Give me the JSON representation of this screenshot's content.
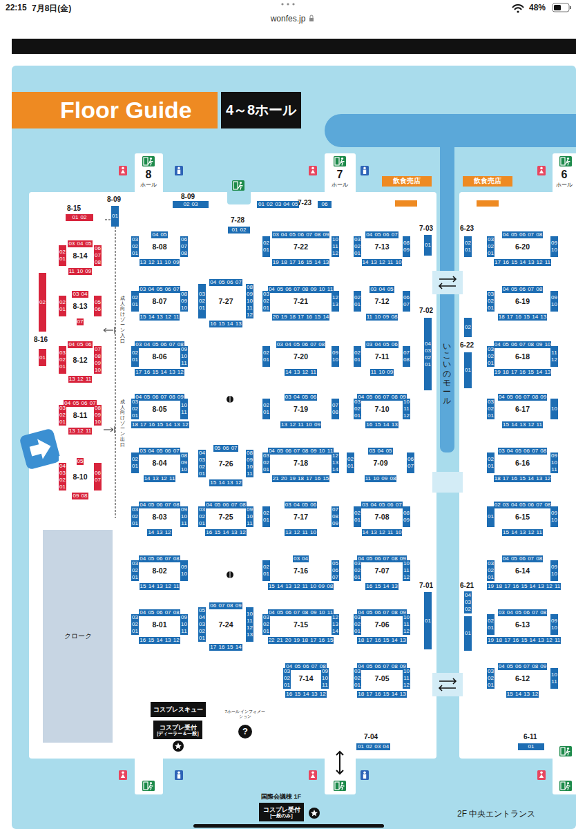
{
  "diagram": {
    "title": "Floor Guide",
    "nodes": [
      {
        "text": [
          "飲食売店"
        ]
      },
      {
        "text": [
          "飲食売店"
        ]
      },
      {
        "text": [
          "8-15",
          "01 02"
        ]
      },
      {
        "text": [
          "8-09",
          "01"
        ]
      },
      {
        "text": [
          "8-09",
          "02 03"
        ]
      },
      {
        "text": [
          "7-28",
          "01 02"
        ]
      },
      {
        "text": [
          "01 02 03 04 05",
          "7-23",
          "06"
        ]
      },
      {
        "text": [
          "7-03",
          "01"
        ]
      },
      {
        "text": [
          "6-23",
          "02 01"
        ]
      },
      {
        "text": [
          "02",
          "8-16",
          "01"
        ]
      },
      {
        "text": [
          "7-02",
          "04 03 02 01"
        ]
      },
      {
        "text": [
          "02",
          "6-22",
          "01"
        ]
      },
      {
        "text": [
          "7-01",
          "01"
        ]
      },
      {
        "text": [
          "6-21",
          "04 03 02",
          "01"
        ]
      },
      {
        "text": [
          "7-04",
          "01 02 03 04"
        ]
      },
      {
        "text": [
          "6-11",
          "01"
        ]
      },
      {
        "text": [
          "8-14",
          "03 04 05",
          "02 01",
          "06 07 08",
          "11 10 09"
        ]
      },
      {
        "text": [
          "8-13",
          "03 04",
          "02 01",
          "05 06",
          "07"
        ]
      },
      {
        "text": [
          "8-12",
          "04 05 06",
          "03 02 01",
          "07 08 09 10",
          "13 12 11"
        ]
      },
      {
        "text": [
          "8-11",
          "04 05 06 07",
          "03 02 01",
          "08 09 10",
          "13 12 11"
        ]
      },
      {
        "text": [
          "8-10",
          "05",
          "04 03 02 01",
          "06 07",
          "09 08"
        ]
      },
      {
        "text": [
          "8-08",
          "04 05",
          "03 02 01",
          "06 07 08",
          "13 12 11 10 09"
        ]
      },
      {
        "text": [
          "8-07",
          "03 04 05 06 07",
          "02 01",
          "08 09 10",
          "15 14 13 12 11"
        ]
      },
      {
        "text": [
          "8-06",
          "03 04 05 06 07 08",
          "02 01",
          "09 10 11",
          "17 16 15 14 13 12"
        ]
      },
      {
        "text": [
          "8-05",
          "04 05 06 07 08 09",
          "03 02 01",
          "10 11",
          "18 17 16 15 14 13 12"
        ]
      },
      {
        "text": [
          "8-04",
          "03 04 05 06 07",
          "02 01",
          "08 09 10",
          "14 13 12 11"
        ]
      },
      {
        "text": [
          "8-03",
          "04 05 06 07 08",
          "03 02 01",
          "09 10 11",
          "14 13 12"
        ]
      },
      {
        "text": [
          "8-02",
          "04 05 06 07 08",
          "03 02 01",
          "09 10",
          "15 14 13 12 11"
        ]
      },
      {
        "text": [
          "8-01",
          "04 05 06 07 08",
          "03 02 01",
          "09 10 11",
          "16 15 14 13 12"
        ]
      },
      {
        "text": [
          "7-27",
          "04 05 06 07",
          "03 02 01",
          "08 09 10 11 12",
          "16 15 14 13"
        ]
      },
      {
        "text": [
          "7-26",
          "05 06 07",
          "04 03 02 01",
          "08 09 10 11",
          "15 14 13 12"
        ]
      },
      {
        "text": [
          "7-25",
          "04 05 06 07 08",
          "03 02 01",
          "09 10 11",
          "16 15 14 13 12"
        ]
      },
      {
        "text": [
          "7-24",
          "06 07 08 09",
          "05 04 03 02 01",
          "10 11 12 13",
          "17 16 15 14"
        ]
      },
      {
        "text": [
          "7-22",
          "03 04 05 06 07 08 09",
          "02 01",
          "10 11 12",
          "19 18 17 16 15 14 13"
        ]
      },
      {
        "text": [
          "7-21",
          "04 05 06 07 08 09 10 11",
          "03 02 01",
          "12 13",
          "20 19 18 17 16 15 14"
        ]
      },
      {
        "text": [
          "7-20",
          "03 04 05 06 07 08",
          "02 01",
          "09 10",
          "14 13 12 11"
        ]
      },
      {
        "text": [
          "7-19",
          "03 04 05 06",
          "02 01",
          "07 08",
          "13 12 11 10 09"
        ]
      },
      {
        "text": [
          "7-18",
          "04 05 06 07 08 09 10 11",
          "03 02 01",
          "12 13 14",
          "21 20 19 18 17 16 15"
        ]
      },
      {
        "text": [
          "7-17",
          "03 04 05 06",
          "02 01",
          "07 08 09",
          "13 12 11 10"
        ]
      },
      {
        "text": [
          "7-16",
          "03 04",
          "02 01",
          "05 06 07",
          "15 14 13 12 11 10 09 08"
        ]
      },
      {
        "text": [
          "7-15",
          "04 05 06 07 08 09 10 11",
          "03 02 01",
          "12 13 14",
          "22 21 20 19 18 17 16 15"
        ]
      },
      {
        "text": [
          "7-14",
          "04 05 06 07 08",
          "03 02 01",
          "09 10 11",
          "16 15 14 13 12"
        ]
      },
      {
        "text": [
          "7-13",
          "04 05 06 07",
          "03 02 01",
          "08 09",
          "14 13 12 11 10"
        ]
      },
      {
        "text": [
          "7-12",
          "03 04 05",
          "02 01",
          "06 07",
          "11 10 09 08"
        ]
      },
      {
        "text": [
          "7-11",
          "03 04 05 06",
          "02 01",
          "07 08",
          "11 10 09"
        ]
      },
      {
        "text": [
          "7-10",
          "04 05 06 07 08 09",
          "03 02 01",
          "10 11 12",
          "16 15 14 13"
        ]
      },
      {
        "text": [
          "7-09",
          "03 04 05",
          "02 01",
          "06 07",
          "11 10 09 08"
        ]
      },
      {
        "text": [
          "7-08",
          "03 04 05 06 07",
          "02 01",
          "08 09",
          "14 13 12 11 10"
        ]
      },
      {
        "text": [
          "7-07",
          "04 05 06 07 08 09",
          "03 02 01",
          "10 11 12",
          "16 15 14 13"
        ]
      },
      {
        "text": [
          "7-06",
          "04 05 06 07 08 09",
          "03 02 01",
          "10 11 12",
          "18 17 16 15 14 13"
        ]
      },
      {
        "text": [
          "7-05",
          "04 05 06 07 08 09",
          "03 02 01",
          "10 11 12",
          "18 17 16 15 14 13"
        ]
      },
      {
        "text": [
          "6-20",
          "04 05 06 07 08",
          "03 02 01",
          "09 10",
          "17 16 15 14 13 12 11"
        ]
      },
      {
        "text": [
          "6-19",
          "04 05 06 07 08",
          "03 02 01",
          "09 10",
          "18 17 16 15 14 13"
        ]
      },
      {
        "text": [
          "6-18",
          "04 05 06 07 08 09 10",
          "03 02 01",
          "11 12",
          "19 18 17 16 15 14 13"
        ]
      },
      {
        "text": [
          "6-17",
          "04 05 06 07 08 09",
          "03 02 01",
          "10",
          "15 14 13 12 11"
        ]
      },
      {
        "text": [
          "6-16",
          "03 04 05 06 07 08",
          "02 01",
          "09 10 11",
          "18 17 16 15 14 13 12"
        ]
      },
      {
        "text": [
          "6-15",
          "02 03 04 05 06 07 08",
          "01",
          "09 10",
          "15 14 13 12 11"
        ]
      },
      {
        "text": [
          "6-14",
          "04 05 06 07 08",
          "03 02 01",
          "09 10",
          "19 18 17 16 15 14 13 12 11"
        ]
      },
      {
        "text": [
          "6-13",
          "03 04 05 06 07 08",
          "02 01",
          "09 10",
          "19 18 17 16 15 14 13 12 11"
        ]
      },
      {
        "text": [
          "6-12",
          "04 05 06 07 08 09",
          "03 02 01",
          "10 11",
          "15 14 13 12"
        ]
      },
      {
        "text": [
          "クローク"
        ]
      },
      {
        "text": [
          "コスプレスキュー"
        ]
      },
      {
        "text": [
          "コスプレ受付",
          "[ディーラー＆一般]"
        ]
      },
      {
        "text": [
          "コスプレ受付",
          "[一般のみ]"
        ]
      }
    ],
    "labels": [
      "22:15",
      "7月8日(金)",
      "wonfes.jp",
      "48%",
      "4～8ホール",
      "8",
      "ホール",
      "7",
      "ホール",
      "6",
      "ホール",
      "成人向けゾーン入口",
      "成人向けゾーン出口",
      "いこいのモール",
      "7ホール インフォメーション",
      "?",
      "国際会議棟 1F",
      "2F 中央エントランス"
    ]
  }
}
